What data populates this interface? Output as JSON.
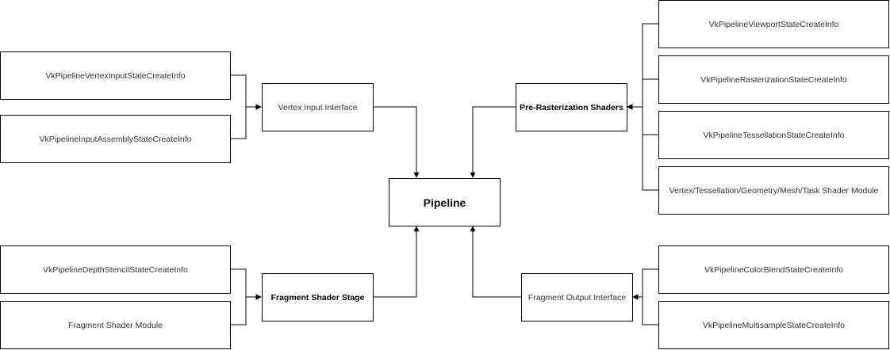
{
  "diagram": {
    "nodes": {
      "pipeline": "Pipeline",
      "vertex_input_interface": "Vertex Input Interface",
      "pre_rasterization_shaders": "Pre-Rasterization Shaders",
      "fragment_shader_stage": "Fragment Shader Stage",
      "fragment_output_interface": "Fragment Output Interface",
      "vertex_input_state": "VkPipelineVertexInputStateCreateInfo",
      "input_assembly_state": "VkPipelineInputAssemblyStateCreateInfo",
      "viewport_state": "VkPipelineViewportStateCreateInfo",
      "rasterization_state": "VkPipelineRasterizationStateCreateInfo",
      "tessellation_state": "VkPipelineTessellationStateCreateInfo",
      "shader_module": "Vertex/Tessellation/Geometry/Mesh/Task Shader Module",
      "depth_stencil_state": "VkPipelineDepthStencilStateCreateInfo",
      "fragment_shader_module": "Fragment Shader Module",
      "color_blend_state": "VkPipelineColorBlendStateCreateInfo",
      "multisample_state": "VkPipelineMultisampleStateCreateInfo"
    },
    "edges": [
      {
        "from": "vertex_input_state",
        "to": "vertex_input_interface"
      },
      {
        "from": "input_assembly_state",
        "to": "vertex_input_interface"
      },
      {
        "from": "viewport_state",
        "to": "pre_rasterization_shaders"
      },
      {
        "from": "rasterization_state",
        "to": "pre_rasterization_shaders"
      },
      {
        "from": "tessellation_state",
        "to": "pre_rasterization_shaders"
      },
      {
        "from": "shader_module",
        "to": "pre_rasterization_shaders"
      },
      {
        "from": "depth_stencil_state",
        "to": "fragment_shader_stage"
      },
      {
        "from": "fragment_shader_module",
        "to": "fragment_shader_stage"
      },
      {
        "from": "color_blend_state",
        "to": "fragment_output_interface"
      },
      {
        "from": "multisample_state",
        "to": "fragment_output_interface"
      },
      {
        "from": "vertex_input_interface",
        "to": "pipeline"
      },
      {
        "from": "pre_rasterization_shaders",
        "to": "pipeline"
      },
      {
        "from": "fragment_shader_stage",
        "to": "pipeline"
      },
      {
        "from": "fragment_output_interface",
        "to": "pipeline"
      }
    ]
  }
}
